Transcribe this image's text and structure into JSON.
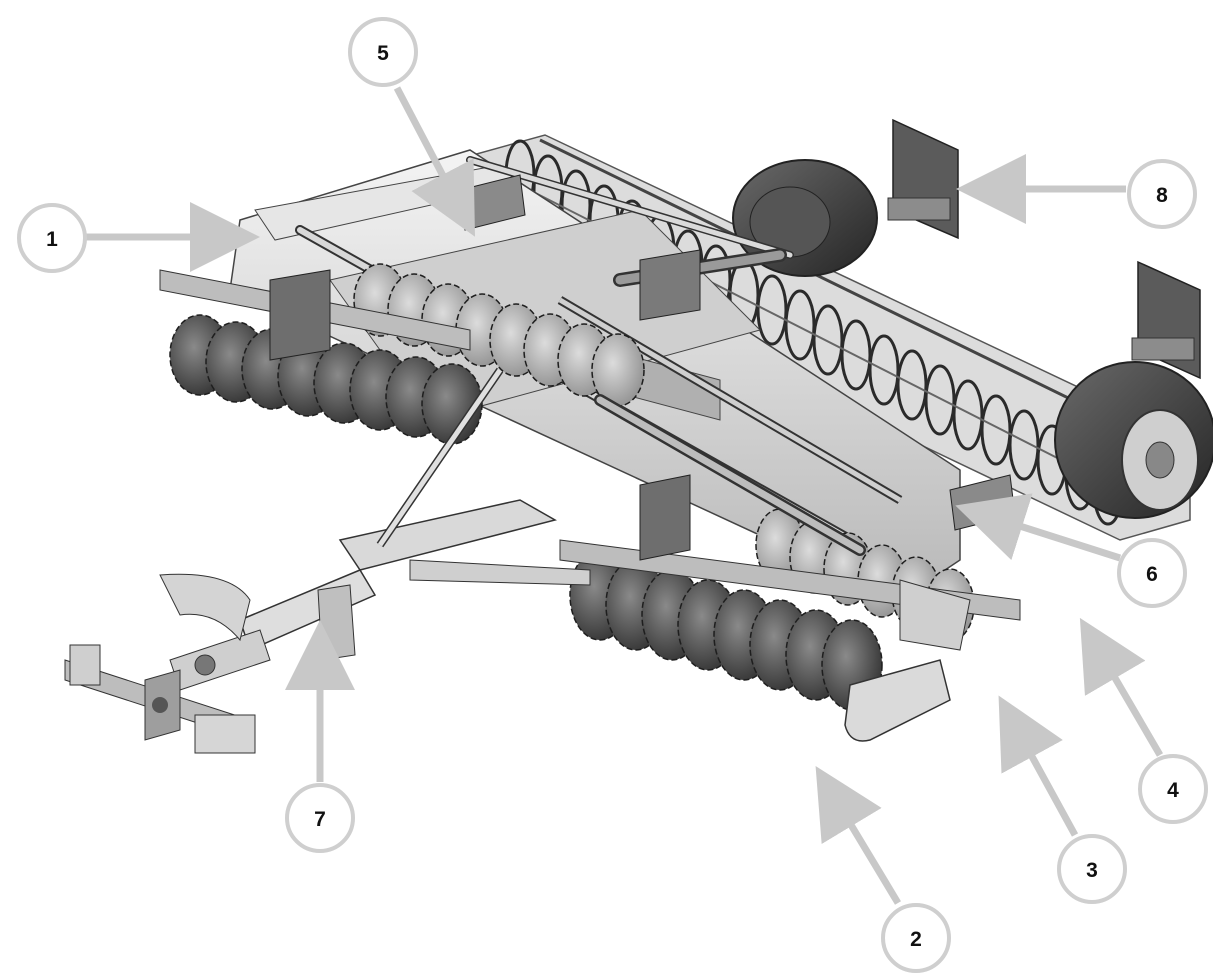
{
  "diagram": {
    "callouts": [
      {
        "id": "1",
        "label": "1"
      },
      {
        "id": "2",
        "label": "2"
      },
      {
        "id": "3",
        "label": "3"
      },
      {
        "id": "4",
        "label": "4"
      },
      {
        "id": "5",
        "label": "5"
      },
      {
        "id": "6",
        "label": "6"
      },
      {
        "id": "7",
        "label": "7"
      },
      {
        "id": "8",
        "label": "8"
      }
    ],
    "colors": {
      "callout_fill": "#ffffff",
      "callout_stroke": "#cfcfcf",
      "arrow": "#c8c8c8",
      "metal_light": "#e9e9e9",
      "metal_mid": "#bdbdbd",
      "metal_dark": "#5a5a5a",
      "tire": "#3a3a3a"
    }
  }
}
